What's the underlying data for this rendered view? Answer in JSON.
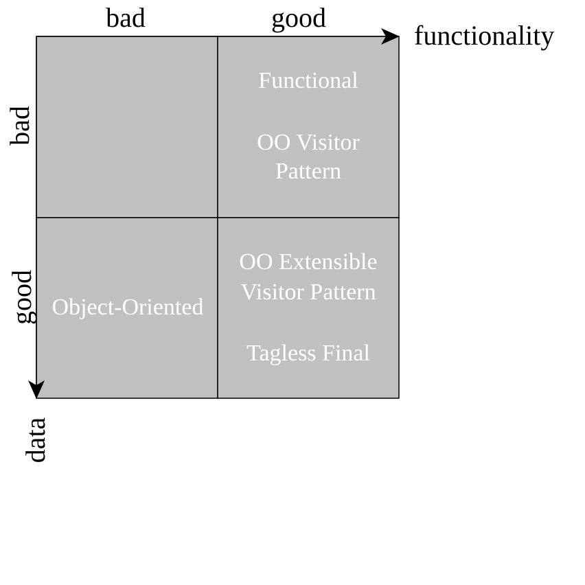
{
  "colors": {
    "cell_fill": "#c0c0c0",
    "cell_border": "#000000",
    "cell_text": "#ffffff",
    "axis": "#000000",
    "background": "#ffffff"
  },
  "axes": {
    "horizontal": {
      "name": "functionality",
      "low_label": "bad",
      "high_label": "good"
    },
    "vertical": {
      "name": "data",
      "low_label": "bad",
      "high_label": "good"
    }
  },
  "quadrants": {
    "bad_functionality_bad_data": [],
    "good_functionality_bad_data": [
      "Functional",
      "OO Visitor",
      "Pattern"
    ],
    "bad_functionality_good_data": [
      "Object-Oriented"
    ],
    "good_functionality_good_data": [
      "OO Extensible",
      "Visitor Pattern",
      "Tagless Final"
    ]
  }
}
